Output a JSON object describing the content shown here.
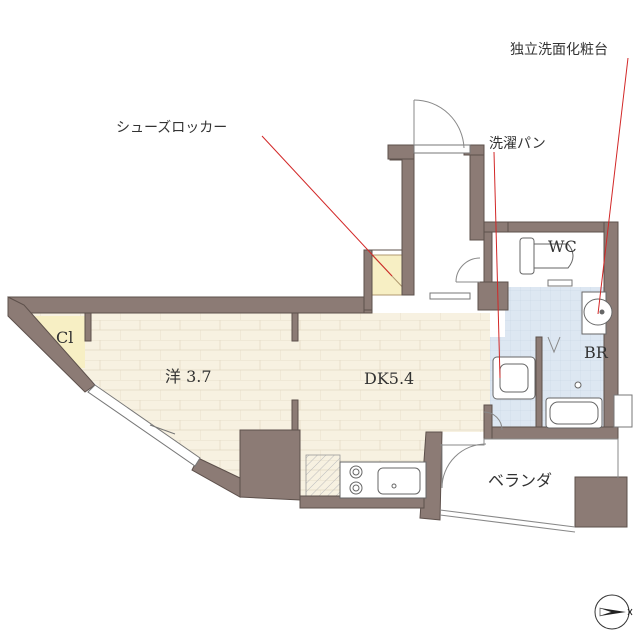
{
  "rooms": {
    "western_room": "洋 3.7",
    "dining_kitchen": "DK5.4",
    "closet": "Cl",
    "toilet": "WC",
    "bathroom": "BR",
    "veranda": "ベランダ"
  },
  "callouts": {
    "shoe_locker": "シューズロッカー",
    "laundry_pan": "洗濯パン",
    "vanity": "独立洗面化粧台"
  },
  "colors": {
    "wall": "#8c7b75",
    "floor": "#f7f1e1",
    "wet_area": "#dde7f2",
    "closet": "#f7efc4",
    "leader_line": "#d22727"
  },
  "icons": {
    "compass": "north-arrow-icon"
  }
}
